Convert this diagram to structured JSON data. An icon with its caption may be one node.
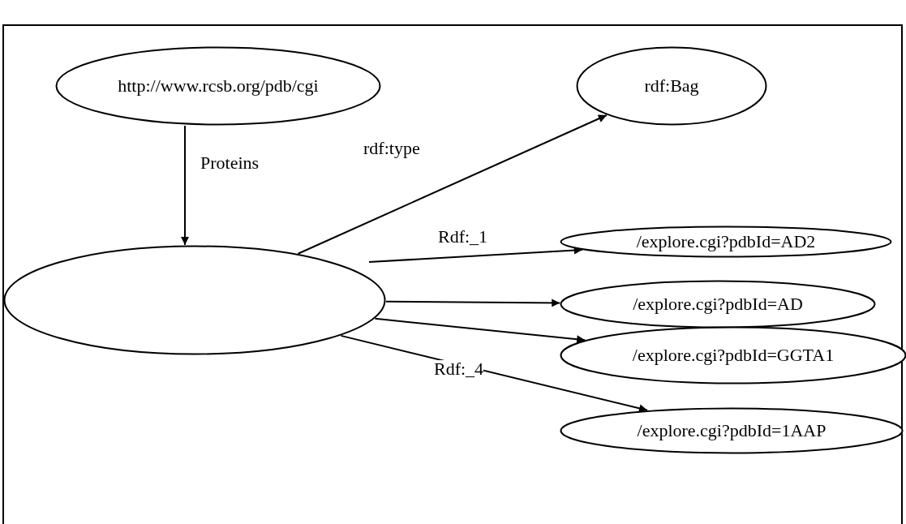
{
  "diagram": {
    "nodes": [
      {
        "text": [
          "http://www.rcsb.org/pdb/cgi"
        ]
      },
      {
        "text": [],
        "shape": "ellipse"
      },
      {
        "text": [
          "rdf:Bag"
        ]
      },
      {
        "text": [
          "/explore.cgi?pdbId=AD2"
        ]
      },
      {
        "text": [
          "/explore.cgi?pdbId=AD"
        ]
      },
      {
        "text": [
          "/explore.cgi?pdbId=GGTA1"
        ]
      },
      {
        "text": [
          "/explore.cgi?pdbId=1AAP"
        ]
      }
    ],
    "edges": [
      {
        "from": 0,
        "to": 1,
        "arrow": "to",
        "label": "Proteins"
      },
      {
        "from": 1,
        "to": 2,
        "arrow": "to",
        "label": "rdf:type"
      },
      {
        "from": 1,
        "to": 3,
        "arrow": "to",
        "label": "Rdf:_1"
      },
      {
        "from": 1,
        "to": 4,
        "arrow": "to"
      },
      {
        "from": 1,
        "to": 5,
        "arrow": "to"
      },
      {
        "from": 1,
        "to": 6,
        "arrow": "to",
        "label": "Rdf:_4"
      }
    ]
  }
}
